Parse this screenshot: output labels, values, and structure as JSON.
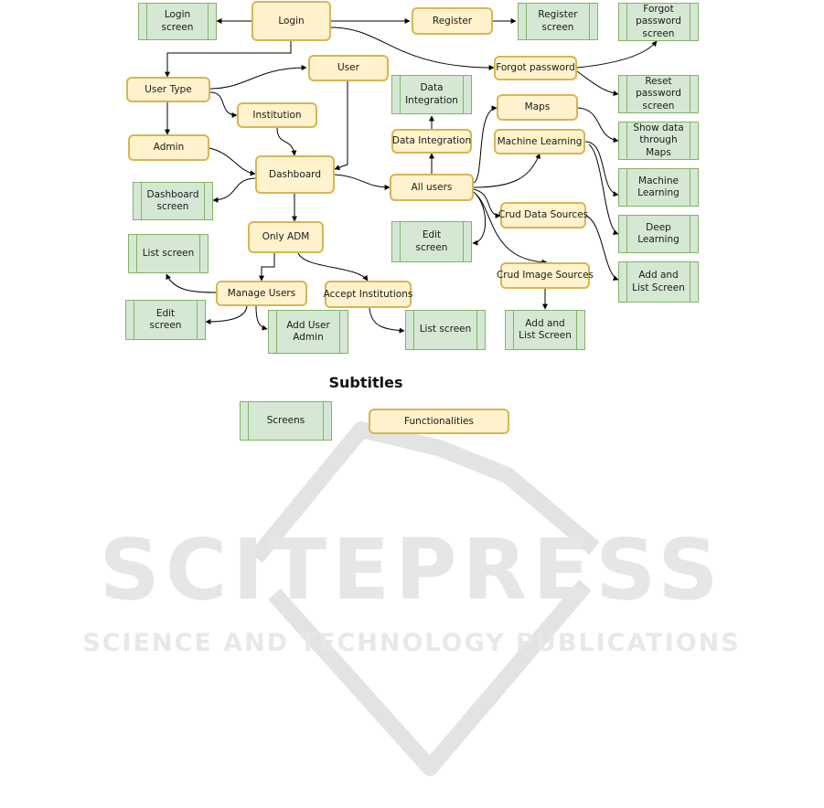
{
  "screens": [
    {
      "id": "s_login",
      "label": "Login screen"
    },
    {
      "id": "s_register",
      "label": "Register screen"
    },
    {
      "id": "s_forgot",
      "label": "Forgot password screen"
    },
    {
      "id": "s_reset",
      "label": "Reset password screen"
    },
    {
      "id": "s_showmaps",
      "label": "Show data through Maps"
    },
    {
      "id": "s_ml",
      "label": "Machine Learning"
    },
    {
      "id": "s_deep",
      "label": "Deep Learning"
    },
    {
      "id": "s_addlist1",
      "label": "Add and List Screen"
    },
    {
      "id": "s_dataint",
      "label": "Data Integration"
    },
    {
      "id": "s_dashboard",
      "label": "Dashboard screen"
    },
    {
      "id": "s_edit1",
      "label": "Edit screen"
    },
    {
      "id": "s_list1",
      "label": "List screen"
    },
    {
      "id": "s_edit2",
      "label": "Edit screen"
    },
    {
      "id": "s_adduser",
      "label": "Add User Admin"
    },
    {
      "id": "s_list2",
      "label": "List screen"
    },
    {
      "id": "s_addlist2",
      "label": "Add and List Screen"
    }
  ],
  "functions": [
    {
      "id": "f_login",
      "label": "Login"
    },
    {
      "id": "f_register",
      "label": "Register"
    },
    {
      "id": "f_forgot",
      "label": "Forgot password"
    },
    {
      "id": "f_usertype",
      "label": "User Type"
    },
    {
      "id": "f_user",
      "label": "User"
    },
    {
      "id": "f_institution",
      "label": "Institution"
    },
    {
      "id": "f_admin",
      "label": "Admin"
    },
    {
      "id": "f_dashboard",
      "label": "Dashboard"
    },
    {
      "id": "f_onlyadm",
      "label": "Only ADM"
    },
    {
      "id": "f_manage",
      "label": "Manage Users"
    },
    {
      "id": "f_accept",
      "label": "Accept Institutions"
    },
    {
      "id": "f_allusers",
      "label": "All users"
    },
    {
      "id": "f_dataint",
      "label": "Data Integration"
    },
    {
      "id": "f_maps",
      "label": "Maps"
    },
    {
      "id": "f_ml",
      "label": "Machine Learning"
    },
    {
      "id": "f_crud_ds",
      "label": "Crud Data Sources"
    },
    {
      "id": "f_crud_is",
      "label": "Crud Image Sources"
    }
  ],
  "legend": {
    "title": "Subtitles",
    "screens_label": "Screens",
    "functionalities_label": "Functionalities"
  },
  "watermark": {
    "main": "SCITEPRESS",
    "sub": "SCIENCE AND TECHNOLOGY PUBLICATIONS"
  }
}
